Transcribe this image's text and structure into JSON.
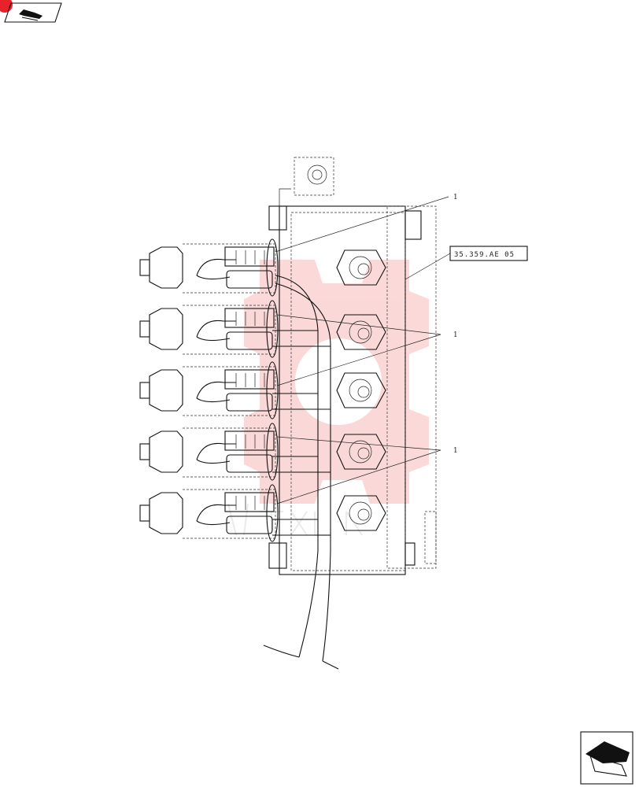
{
  "diagram": {
    "reference_label": "35.359.AE 05",
    "callouts": [
      "1",
      "1",
      "1"
    ],
    "watermark_logo": "gear-logo",
    "colors": {
      "line": "#111111",
      "watermark": "#f7b9b9",
      "badge": "#e8222b"
    }
  },
  "icons": {
    "top_left": "book-arrow-icon",
    "bottom_right": "book-arrow-icon"
  }
}
